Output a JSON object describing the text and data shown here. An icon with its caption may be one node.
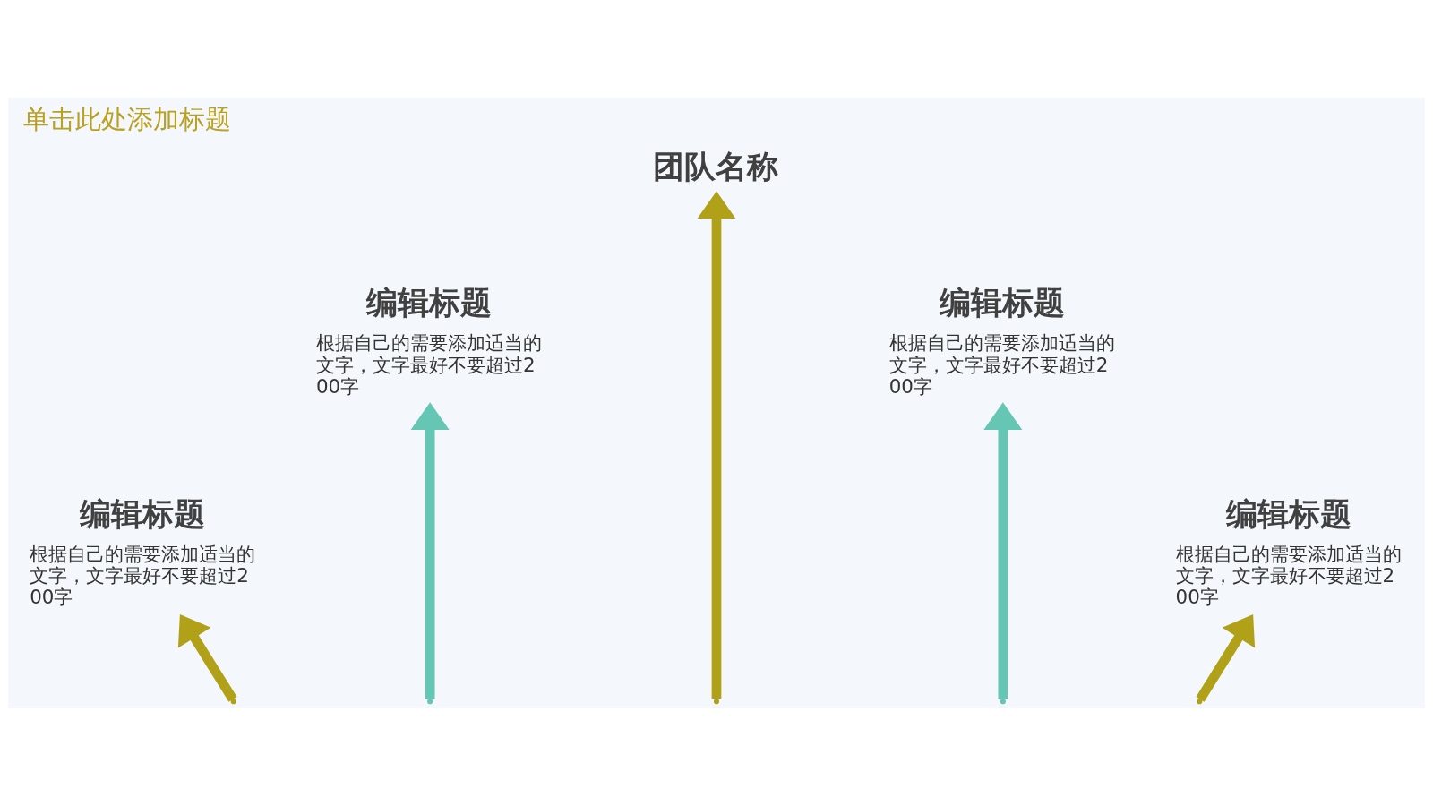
{
  "diagram": {
    "title": "单击此处添加标题",
    "nodes": [
      {
        "text": [
          "团队名称"
        ]
      },
      {
        "text": [
          "编辑标题",
          "根据自己的需要添加适当的文字，文字最好不要超过200字"
        ]
      },
      {
        "text": [
          "编辑标题",
          "根据自己的需要添加适当的文字，文字最好不要超过200字"
        ]
      },
      {
        "text": [
          "编辑标题",
          "根据自己的需要添加适当的文字，文字最好不要超过200字"
        ]
      },
      {
        "text": [
          "编辑标题",
          "根据自己的需要添加适当的文字，文字最好不要超过200字"
        ]
      }
    ],
    "edges": [
      {
        "from": null,
        "to": 0,
        "arrow": "to"
      },
      {
        "from": null,
        "to": 1,
        "arrow": "to",
        "color": "#66c6b4"
      },
      {
        "from": null,
        "to": 2,
        "arrow": "to",
        "color": "#66c6b4"
      },
      {
        "from": null,
        "to": 3,
        "arrow": "to"
      },
      {
        "from": null,
        "to": 4,
        "arrow": "to"
      }
    ]
  }
}
